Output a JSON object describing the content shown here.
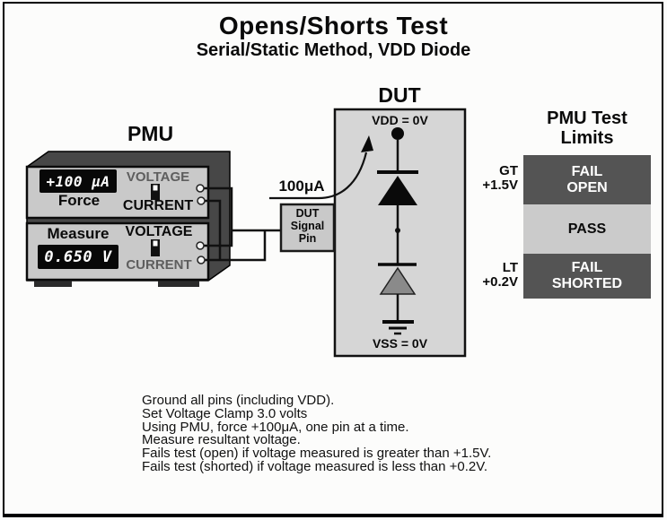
{
  "title": "Opens/Shorts Test",
  "subtitle": "Serial/Static Method, VDD Diode",
  "pmu": {
    "label": "PMU",
    "force_unit": {
      "display_value": "+100 μA",
      "label": "Force",
      "voltage_label": "VOLTAGE",
      "current_label": "CURRENT",
      "selected_mode": "CURRENT"
    },
    "measure_unit": {
      "display_value": "0.650 V",
      "label": "Measure",
      "voltage_label": "VOLTAGE",
      "current_label": "CURRENT",
      "selected_mode": "VOLTAGE"
    }
  },
  "wiring": {
    "forced_current_label": "100μA",
    "signal_pin": {
      "line1": "DUT",
      "line2": "Signal",
      "line3": "Pin"
    }
  },
  "dut": {
    "label": "DUT",
    "vdd_label": "VDD = 0V",
    "vss_label": "VSS = 0V"
  },
  "test_limits": {
    "title_line1": "PMU Test",
    "title_line2": "Limits",
    "fail_open": {
      "line1": "FAIL",
      "line2": "OPEN"
    },
    "pass_label": "PASS",
    "fail_shorted": {
      "line1": "FAIL",
      "line2": "SHORTED"
    },
    "gt_threshold": {
      "line1": "GT",
      "line2": "+1.5V"
    },
    "lt_threshold": {
      "line1": "LT",
      "line2": "+0.2V"
    }
  },
  "procedure": {
    "lines": [
      "Ground all pins (including VDD).",
      "Set Voltage Clamp 3.0 volts",
      "Using PMU, force +100μA, one pin at a time.",
      "Measure resultant voltage.",
      "Fails test (open) if voltage measured is greater than +1.5V.",
      "Fails test (shorted) if voltage measured is less than +0.2V."
    ]
  },
  "colors": {
    "instrument_face": "#c9c9c9",
    "instrument_top": "#474747",
    "display_background": "#080808",
    "display_text": "#ffffff",
    "dut_fill": "#d6d6d6",
    "fail_band": "#545454",
    "pass_band": "#cbcbcb",
    "wire": "#111111"
  }
}
